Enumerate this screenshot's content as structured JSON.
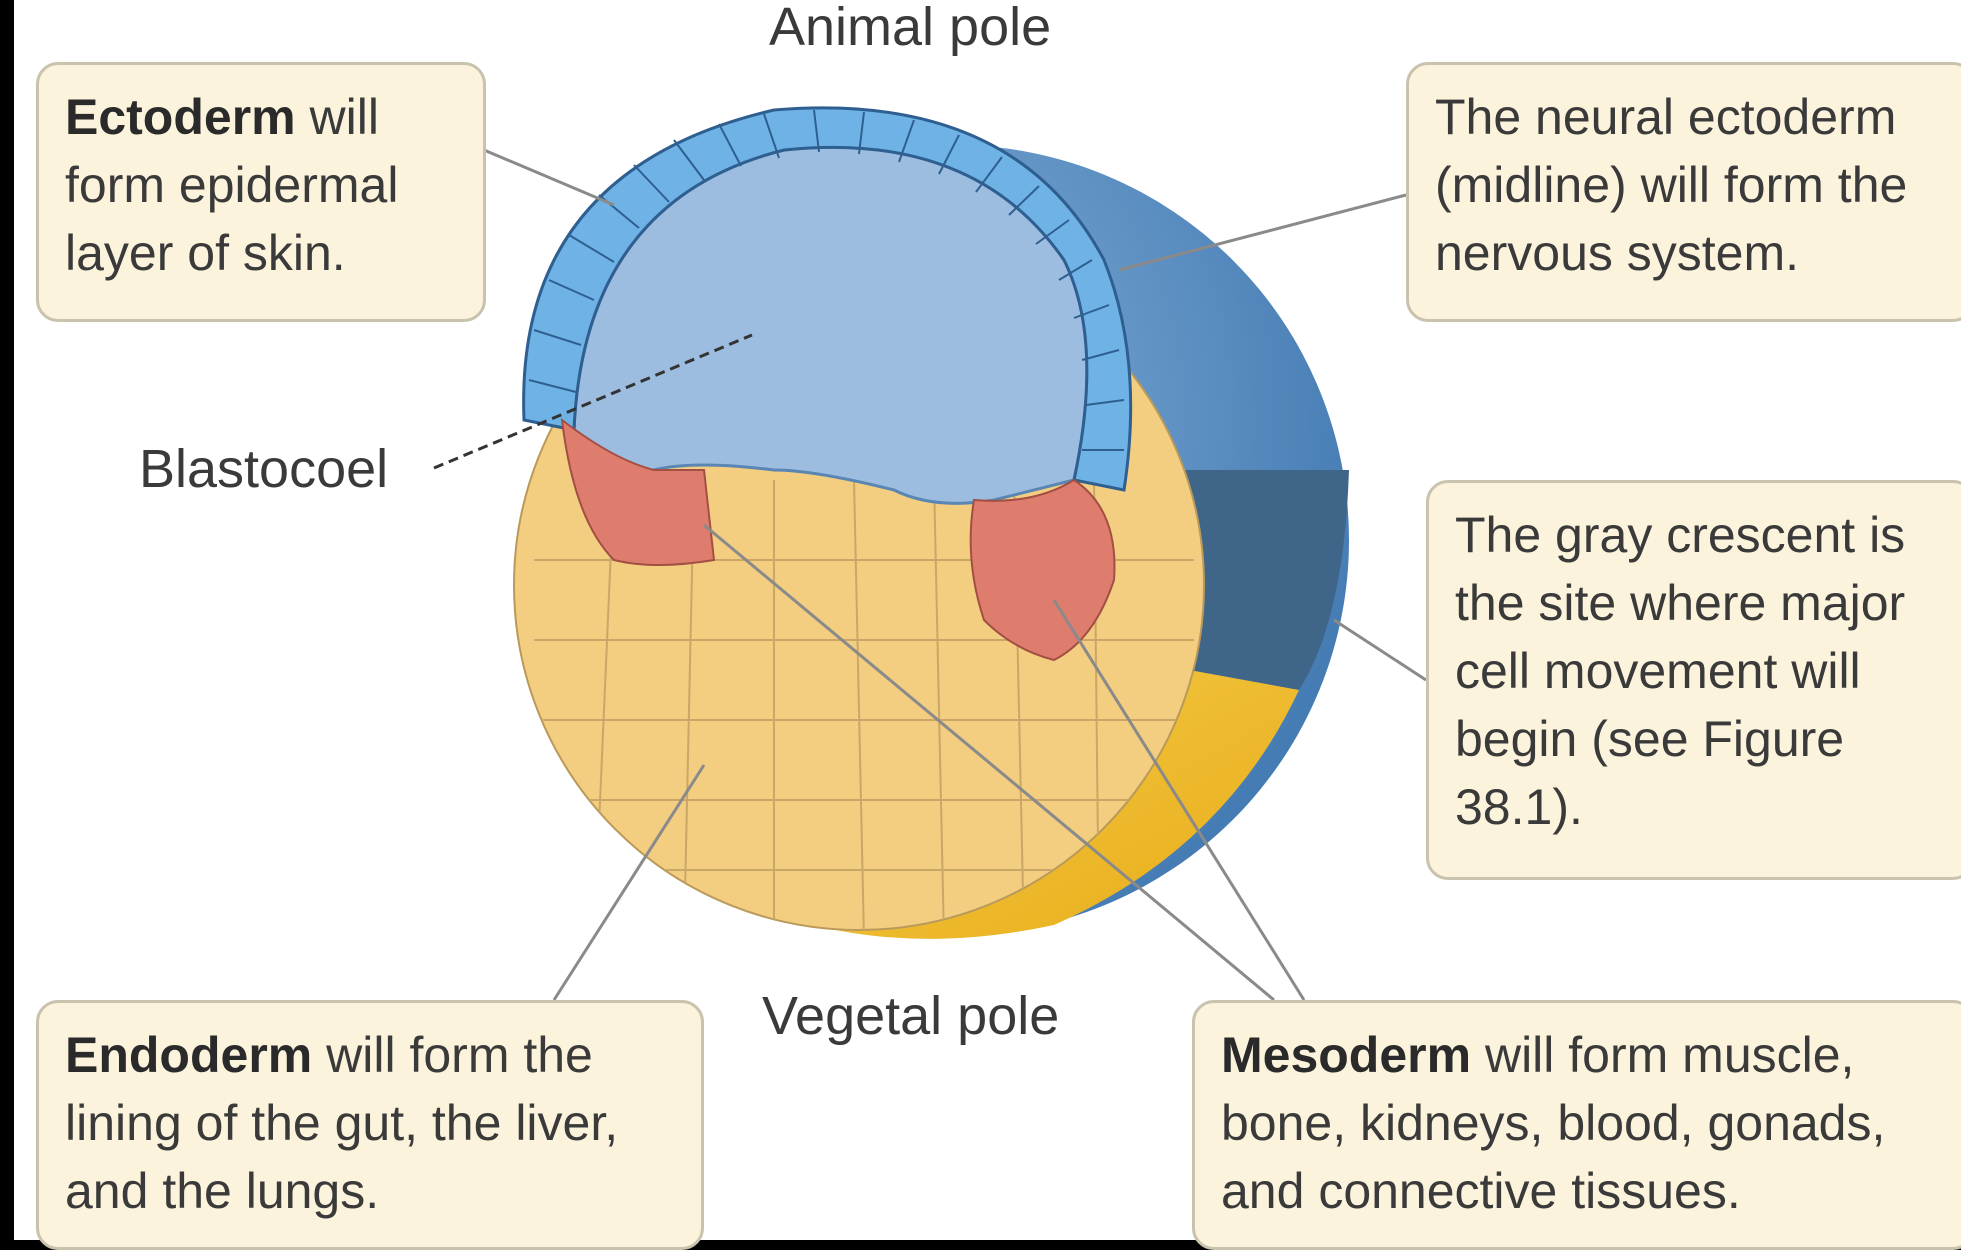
{
  "labels": {
    "animal_pole": "Animal pole",
    "vegetal_pole": "Vegetal pole",
    "blastocoel": "Blastocoel"
  },
  "callouts": {
    "ectoderm": {
      "term": "Ectoderm",
      "text": " will form epidermal layer of skin."
    },
    "neural": {
      "text": "The neural ectoderm (midline) will form the nervous system."
    },
    "gray_crescent": {
      "text": "The gray crescent is the site where major cell movement will begin (see Figure 38.1)."
    },
    "endoderm": {
      "term": "Endoderm",
      "text": " will form the lining of the gut, the liver, and the lungs."
    },
    "mesoderm": {
      "term": "Mesoderm",
      "text": " will form muscle, bone, kidneys, blood, gonads, and connective tissues."
    }
  },
  "colors": {
    "ectoderm_cells": "#6fb3e6",
    "blastocoel": "#9cbde0",
    "neural_surface": "#4f86bd",
    "gray_crescent": "#3f6588",
    "endoderm_cells": "#f3cd80",
    "mesoderm_cells": "#de7d6d",
    "yolk_surface": "#f2be2e",
    "callout_fill": "#fbf3dc"
  }
}
